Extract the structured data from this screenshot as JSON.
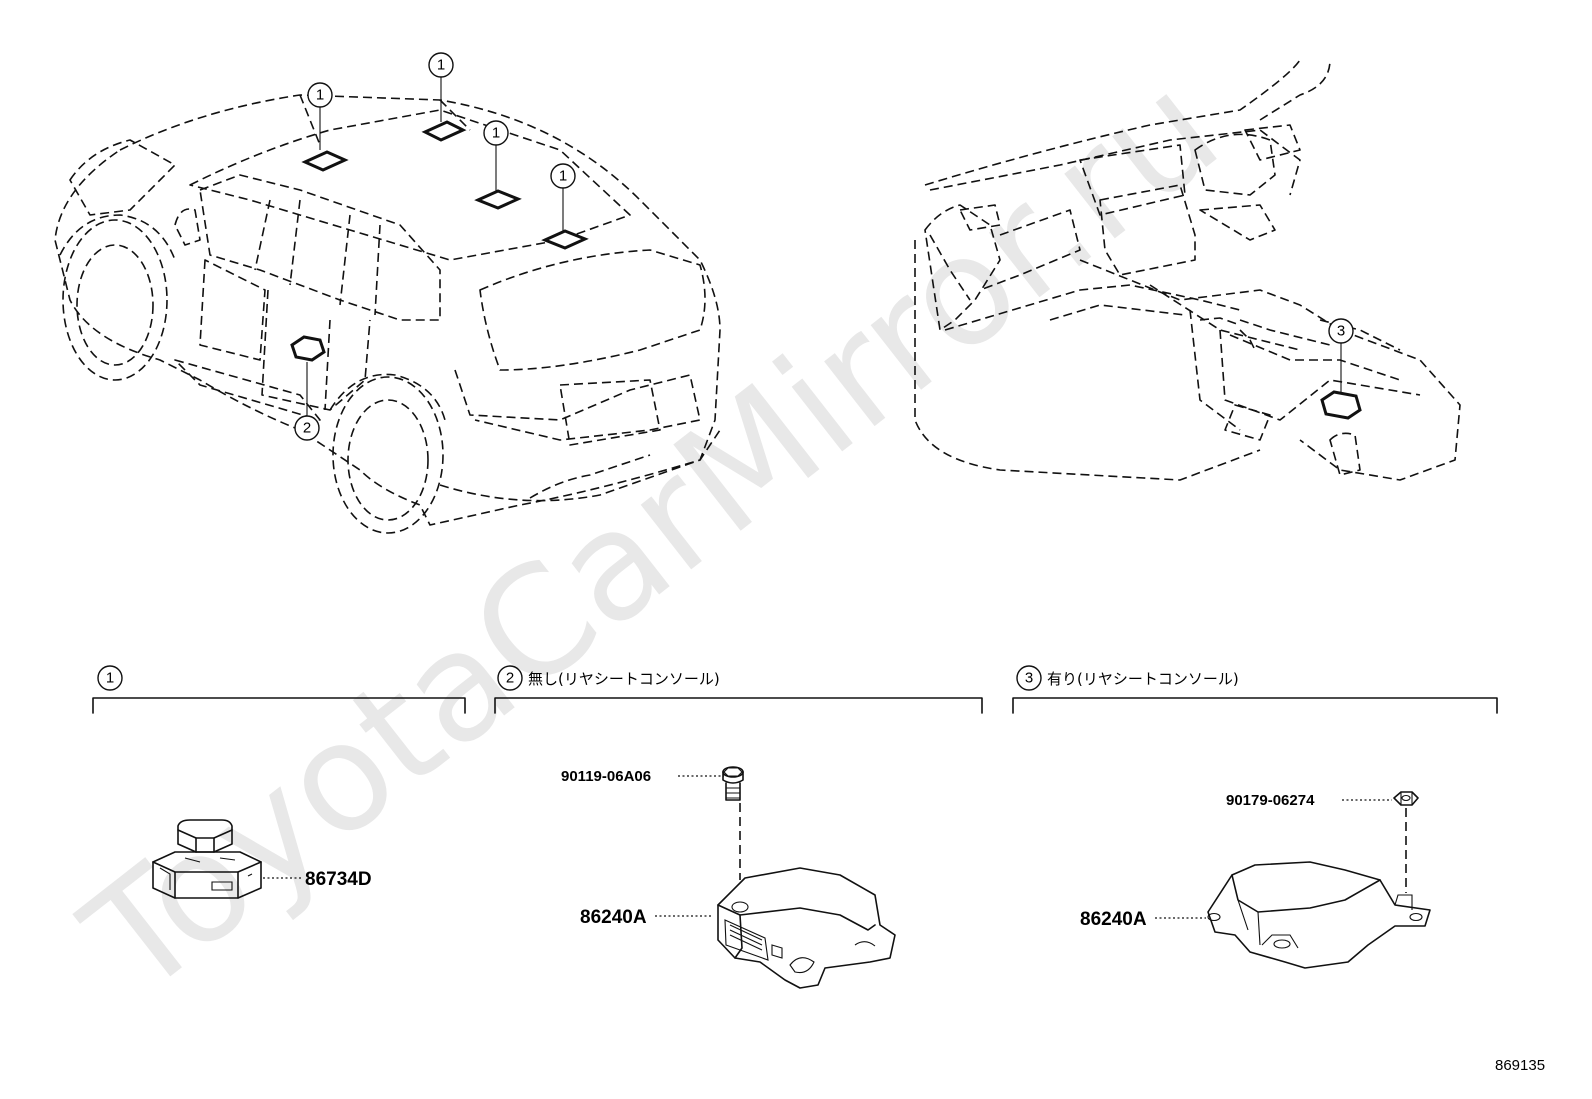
{
  "watermark": "ToyotaCarMirror.ru",
  "callouts": {
    "roof_a": "1",
    "roof_b": "1",
    "roof_c": "1",
    "roof_d": "1",
    "door": "2",
    "console": "3"
  },
  "sections": [
    {
      "num": "1",
      "label": ""
    },
    {
      "num": "2",
      "label": "無し(リヤシートコンソール)"
    },
    {
      "num": "3",
      "label": "有り(リヤシートコンソール)"
    }
  ],
  "parts": {
    "sensor": "86734D",
    "ecu_left": "86240A",
    "bolt_left": "90119-06A06",
    "ecu_right": "86240A",
    "nut_right": "90179-06274"
  },
  "figure_number": "869135"
}
